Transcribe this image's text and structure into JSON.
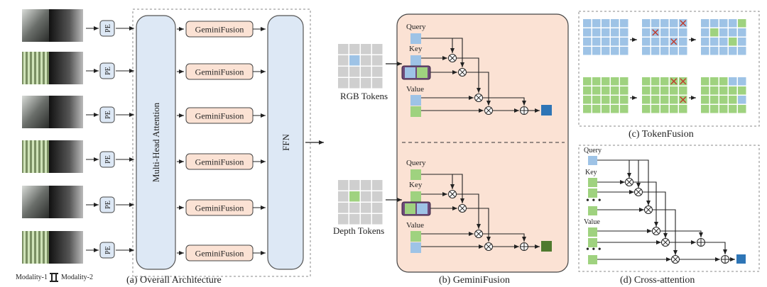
{
  "overall": {
    "pe_label": "PE",
    "gemini_label": "GeminiFusion",
    "mha_label": "Multi-Head Attention",
    "ffn_label": "FFN",
    "modality1": "Modality-1",
    "modality2": "Modality-2",
    "caption": "(a) Overall Architecture"
  },
  "gemini": {
    "rgb_tokens": "RGB Tokens",
    "depth_tokens": "Depth Tokens",
    "query": "Query",
    "key": "Key",
    "value": "Value",
    "caption": "(b) GeminiFusion"
  },
  "tokenfusion": {
    "caption": "(c) TokenFusion"
  },
  "cross": {
    "query": "Query",
    "key": "Key",
    "value": "Value",
    "caption": "(d) Cross-attention"
  },
  "colors": {
    "rgb_token": "#9ec3e6",
    "depth_token": "#9fd27f",
    "gemini_box": "#fbe2d4",
    "attn_block": "#dde8f5",
    "rgb_output": "#2e75b6",
    "depth_output": "#4f7a2e",
    "cross_mark": "#c0392b"
  }
}
